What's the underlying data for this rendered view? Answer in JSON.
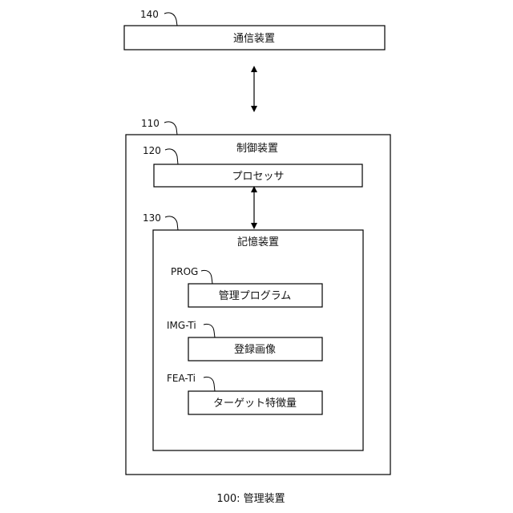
{
  "comm": {
    "ref": "140",
    "label": "通信装置"
  },
  "control": {
    "ref": "110",
    "label": "制御装置"
  },
  "processor": {
    "ref": "120",
    "label": "プロセッサ"
  },
  "storage": {
    "ref": "130",
    "label": "記憶装置"
  },
  "prog": {
    "ref": "PROG",
    "label": "管理プログラム"
  },
  "img": {
    "ref": "IMG-Ti",
    "label": "登録画像"
  },
  "fea": {
    "ref": "FEA-Ti",
    "label": "ターゲット特徴量"
  },
  "caption": "100: 管理装置"
}
